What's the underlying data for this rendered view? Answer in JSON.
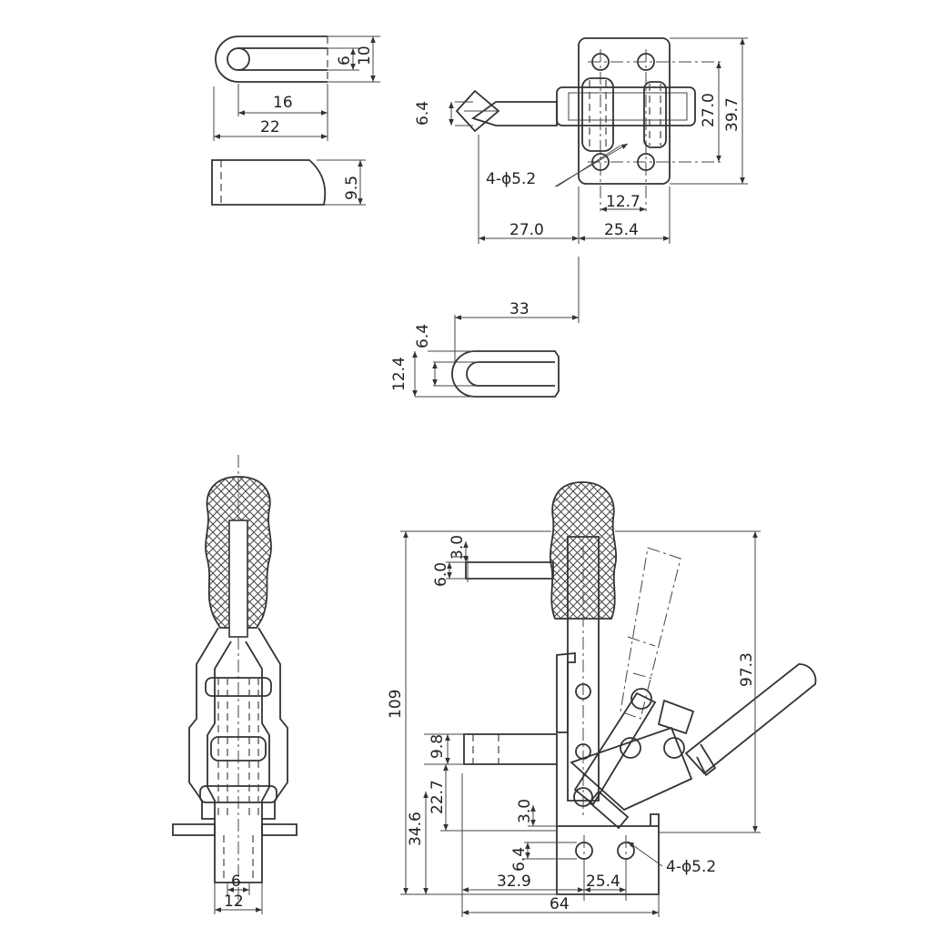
{
  "dimensions": {
    "tip_slot_width": "6",
    "tip_width": "10",
    "tip_slot_length": "16",
    "tip_length": "22",
    "tip_side_height": "9.5",
    "top_handle_eye": "6.4",
    "base_hole_spacing_v": "27.0",
    "base_height": "39.7",
    "top_hole_label": "4-ϕ5.2",
    "base_hole_spacing_h": "12.7",
    "arm_reach": "27.0",
    "base_width": "25.4",
    "spindle_offset": "33",
    "spindle_slot": "6.4",
    "spindle_width": "12.4",
    "front_slot": "6",
    "front_width": "12",
    "side_tip_thickness": "3.0",
    "side_tip_height": "6.0",
    "overall_height": "109",
    "open_handle_height": "97.3",
    "base_plate_height": "9.8",
    "pivot_height": "22.7",
    "total_height": "34.6",
    "plate_thickness": "3.0",
    "side_hole_slot": "6.4",
    "spindle_reach": "32.9",
    "side_hole_spacing": "25.4",
    "overall_length": "64",
    "side_hole_label": "4-ϕ5.2"
  }
}
